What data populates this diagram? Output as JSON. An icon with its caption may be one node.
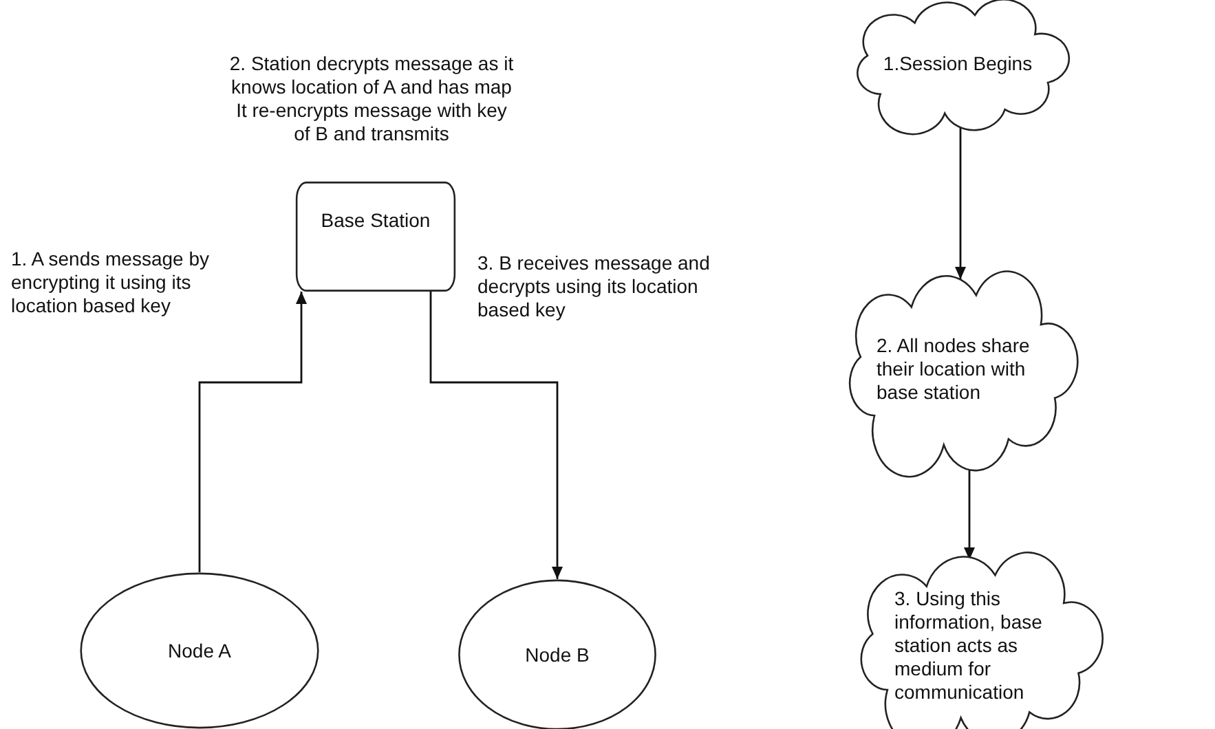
{
  "diagram": {
    "nodes": [
      {
        "text": [
          "Base Station"
        ]
      },
      {
        "text": [
          "Node A"
        ]
      },
      {
        "text": [
          "Node B"
        ]
      },
      {
        "text": [
          "1.Session Begins"
        ]
      },
      {
        "text": [
          "2. All nodes share their location with base station"
        ]
      },
      {
        "text": [
          "3. Using this information, base station acts as medium for communication"
        ]
      }
    ],
    "edges": [
      {
        "from": 1,
        "to": 0,
        "arrow": "to"
      },
      {
        "from": 0,
        "to": 2,
        "arrow": "to"
      },
      {
        "from": 3,
        "to": 4,
        "arrow": "to"
      },
      {
        "from": 4,
        "to": 5,
        "arrow": "to"
      }
    ],
    "labels": [
      "2. Station decrypts message as it knows location of A and has map It re-encrypts message with key of B and transmits",
      "1. A sends message by encrypting it using its location based key",
      "3. B receives message and decrypts using its location based key"
    ]
  }
}
